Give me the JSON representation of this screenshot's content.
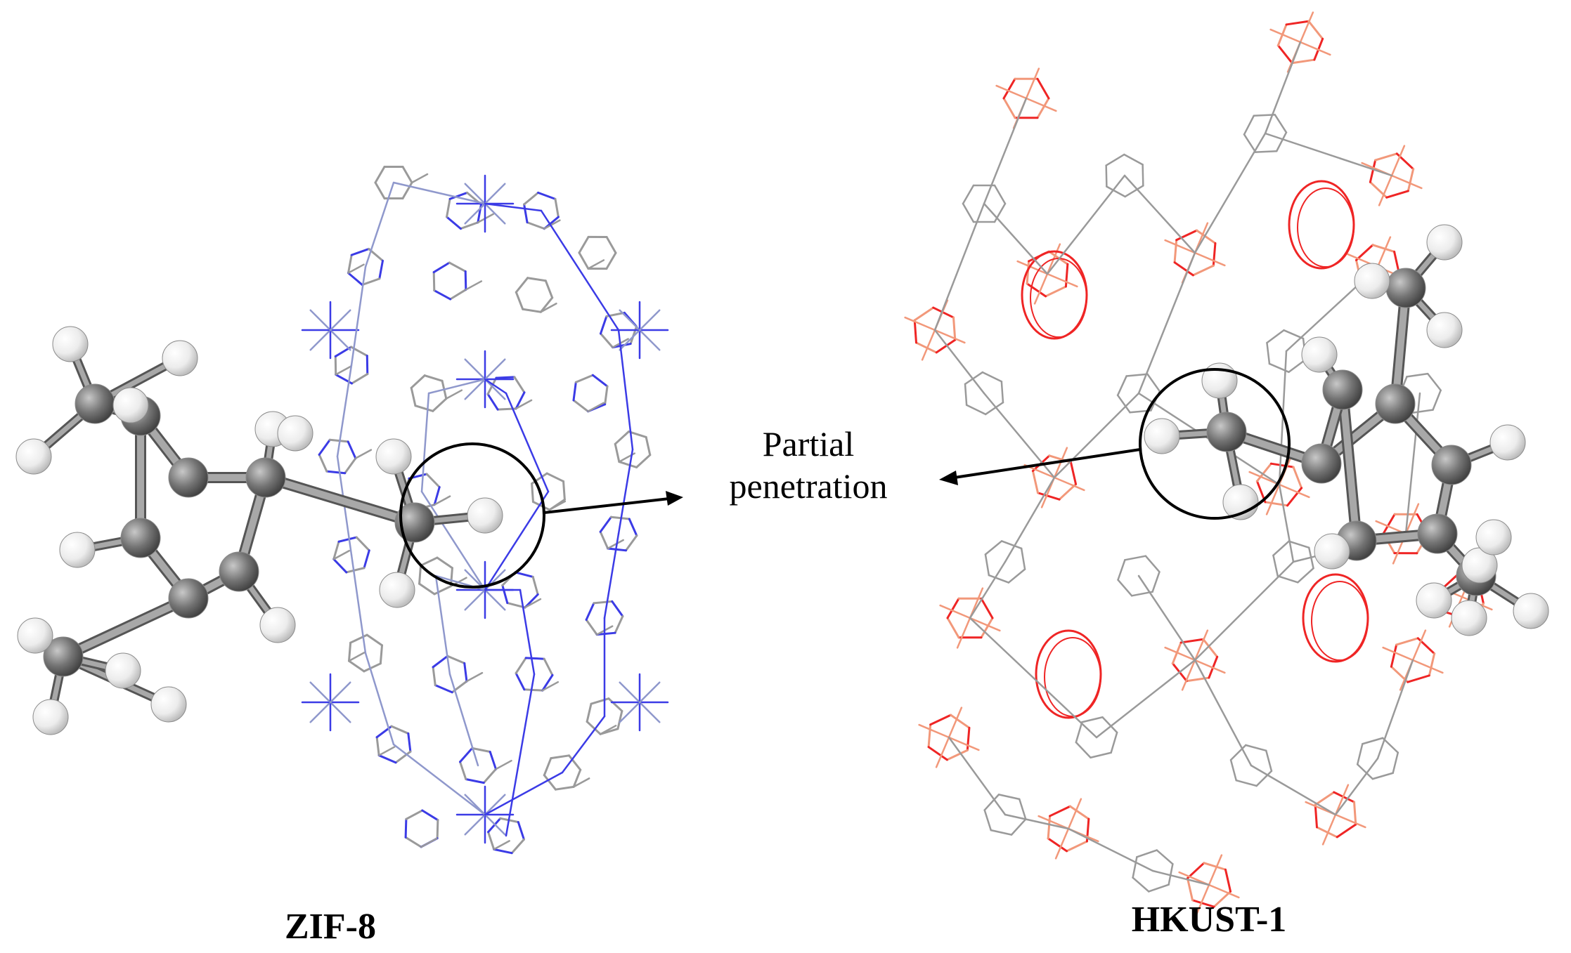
{
  "figure": {
    "panels": [
      {
        "name": "ZIF-8",
        "framework_color": "#4a4ae8"
      },
      {
        "name": "HKUST-1",
        "framework_color": "#ee2a2a"
      }
    ],
    "annotation": [
      "Partial",
      "penetration"
    ],
    "colors": {
      "carbon": "#6e6e6e",
      "hydrogen": "#f2f2f2",
      "linker": "#9a9a9a",
      "zif_n": "#3b3be6",
      "zif_zn": "#8f98cc",
      "hkust_o": "#ef2525",
      "hkust_cu": "#f2987a"
    }
  }
}
